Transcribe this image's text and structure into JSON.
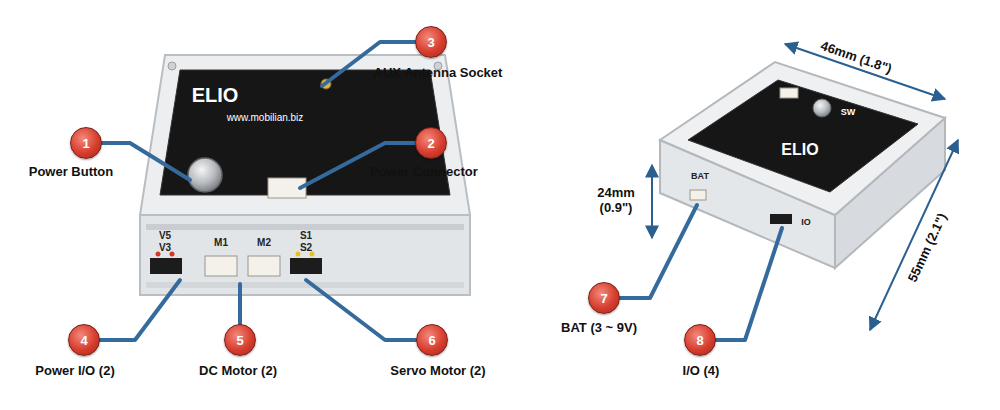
{
  "diagram": {
    "nodes": [
      {
        "text": [
          "1",
          "Power Button"
        ]
      },
      {
        "text": [
          "2",
          "Power Connector"
        ]
      },
      {
        "text": [
          "3",
          "AUX Antenna Socket"
        ]
      },
      {
        "text": [
          "4",
          "Power I/O (2)"
        ]
      },
      {
        "text": [
          "5",
          "DC Motor (2)"
        ]
      },
      {
        "text": [
          "6",
          "Servo Motor (2)"
        ]
      },
      {
        "text": [
          "7",
          "BAT (3 ~ 9V)"
        ]
      },
      {
        "text": [
          "8",
          "I/O (4)"
        ]
      }
    ],
    "labels": [
      "ELIO",
      "www.mobilian.biz",
      "V5",
      "V3",
      "M1",
      "M2",
      "S1",
      "S2",
      "46mm (1.8\")",
      "24mm (0.9\")",
      "55mm (2.1\")",
      "ELIO",
      "SW",
      "BAT",
      "IO"
    ]
  }
}
